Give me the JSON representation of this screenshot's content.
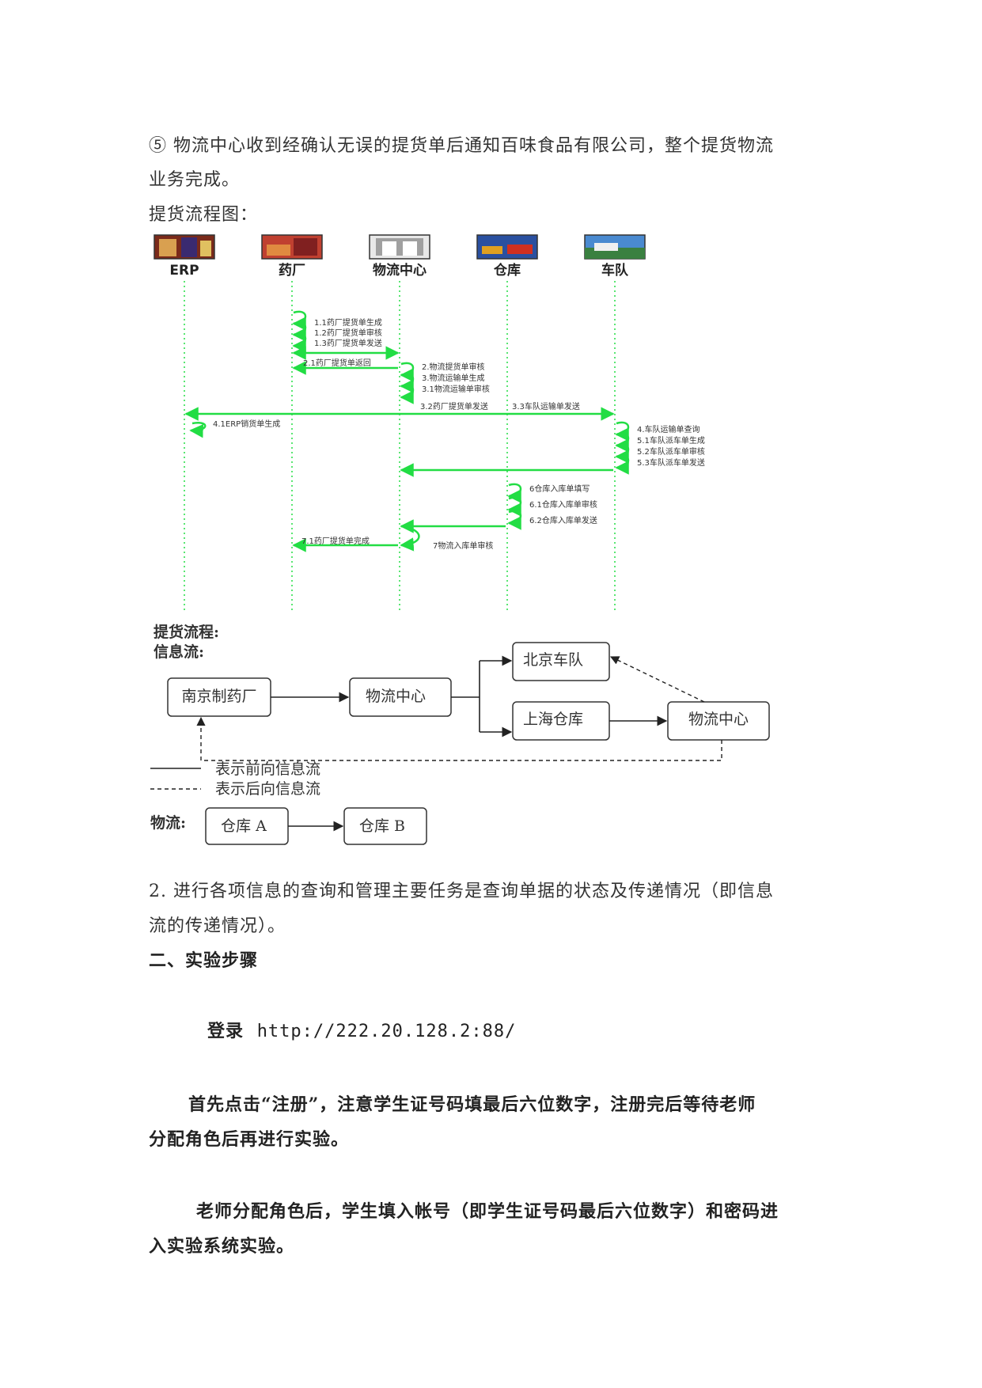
{
  "paragraphs": {
    "p1_line1": "⑤ 物流中心收到经确认无误的提货单后通知百味食品有限公司，整个提货物流",
    "p1_line2": "业务完成。",
    "figure_caption": "提货流程图：",
    "p2_line1": "2. 进行各项信息的查询和管理主要任务是查询单据的状态及传递情况（即信息",
    "p2_line2": "流的传递情况）。",
    "section_heading": "二、实验步骤",
    "login_label": "登录",
    "login_url": "http://222.20.128.2:88/",
    "step1_line1": "首先点击“注册”，注意学生证号码填最后六位数字，注册完后等待老师",
    "step1_line2": "分配角色后再进行实验。",
    "step2_line1": "老师分配角色后，学生填入帐号（即学生证号码最后六位数字）和密码进",
    "step2_line2": "入实验系统实验。"
  },
  "sequence": {
    "lanes": [
      "ERP",
      "药厂",
      "物流中心",
      "仓库",
      "车队"
    ],
    "lane_icons": [
      "erp-photo-icon",
      "pharmacy-photo-icon",
      "logistics-center-photo-icon",
      "warehouse-photo-icon",
      "fleet-photo-icon"
    ],
    "line_color": "#22dd44",
    "messages": {
      "m1_1": "1.1药厂提货单生成",
      "m1_2": "1.2药厂提货单审核",
      "m1_3": "1.3药厂提货单发送",
      "m2_1": "2.1药厂提货单返回",
      "m2": "2.物流提货单审核",
      "m3": "3.物流运输单生成",
      "m3_1": "3.1物流运输单审核",
      "m3_2": "3.2药厂提货单发送",
      "m3_3": "3.3车队运输单发送",
      "m4_1": "4.1ERP销货单生成",
      "m4": "4.车队运输单查询",
      "m5_1": "5.1车队派车单生成",
      "m5_2": "5.2车队派车单审核",
      "m5_3": "5.3车队派车单发送",
      "m6": "6仓库入库单填写",
      "m6_1": "6.1仓库入库单审核",
      "m6_2": "6.2仓库入库单发送",
      "m7_1": "7.1药厂提货单完成",
      "m7": "7物流入库单审核"
    }
  },
  "flow": {
    "title": "提货流程:",
    "info_flow_label": "信息流:",
    "nodes": {
      "nanjing": "南京制药厂",
      "logistics1": "物流中心",
      "beijing": "北京车队",
      "shanghai": "上海仓库",
      "logistics2": "物流中心"
    },
    "legend_forward": "表示前向信息流",
    "legend_backward": "表示后向信息流",
    "physical_flow_label": "物流:",
    "warehouse_a": "仓库 A",
    "warehouse_b": "仓库 B"
  }
}
